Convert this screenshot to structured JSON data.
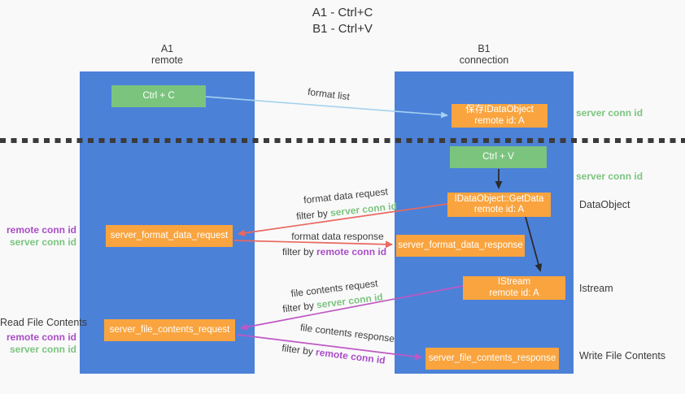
{
  "title": {
    "line1": "A1 - Ctrl+C",
    "line2": "B1 - Ctrl+V"
  },
  "columns": {
    "left": {
      "name": "A1",
      "role": "remote"
    },
    "right": {
      "name": "B1",
      "role": "connection"
    }
  },
  "boxes": {
    "ctrl_c": "Ctrl + C",
    "ctrl_v": "Ctrl + V",
    "save_idataobject": {
      "line1": "保存IDataObject",
      "line2": "remote id: A"
    },
    "getdata": {
      "line1": "IDataObject::GetData",
      "line2": "remote id: A"
    },
    "istream": {
      "line1": "IStream",
      "line2": "remote id: A"
    },
    "format_request": "server_format_data_request",
    "format_response": "server_format_data_response",
    "file_request": "server_file_contents_request",
    "file_response": "server_file_contents_response"
  },
  "arrow_labels": {
    "format_list": "format list",
    "format_data_request": "format data request",
    "format_data_response": "format data response",
    "file_contents_request": "file contents request",
    "file_contents_response": "file contents response",
    "filter_prefix": "filter by",
    "server_conn_id": "server conn id",
    "remote_conn_id": "remote conn id"
  },
  "side_labels": {
    "left_remote_conn_id_1": "remote conn id",
    "left_server_conn_id_1": "server conn id",
    "read_file_contents": "Read File Contents",
    "left_remote_conn_id_2": "remote conn id",
    "left_server_conn_id_2": "server conn id",
    "right_server_conn_id_1": "server conn id",
    "right_server_conn_id_2": "server conn id",
    "dataobject": "DataObject",
    "istream": "Istream",
    "write_file_contents": "Write File Contents"
  },
  "colors": {
    "lane_blue": "#4c81d8",
    "box_green": "#7bc47e",
    "box_orange": "#f9a43f",
    "arrow_lightblue": "#a5d2ee",
    "arrow_red": "#e8695f",
    "arrow_magenta": "#bf58c3",
    "arrow_black": "#2b2b2b",
    "dotted_line": "#3b3b3b",
    "text_green": "#7cc47f",
    "text_purple": "#a94ec6"
  }
}
